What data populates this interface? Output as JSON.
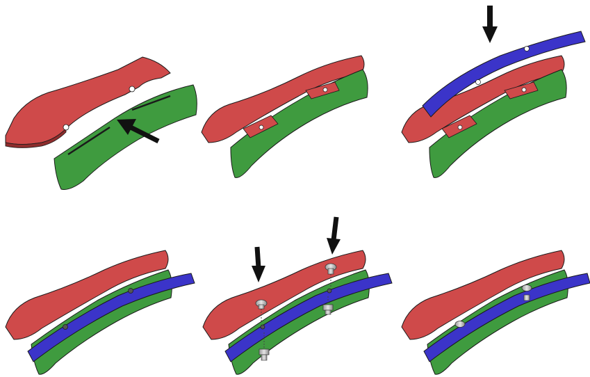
{
  "title": "",
  "colors": {
    "red_part": "#cf4a4a",
    "green_part": "#3f9b3f",
    "blue_strip": "#3b34c9",
    "arrow": "#111111",
    "hardware": "#c8c8c8",
    "outline": "#1a1a1a"
  },
  "steps": [
    {
      "id": "step-1",
      "parts": [
        "red-panel",
        "green-panel"
      ],
      "arrows": 1
    },
    {
      "id": "step-2",
      "parts": [
        "red-panel",
        "green-panel",
        "tabs"
      ],
      "arrows": 0
    },
    {
      "id": "step-3",
      "parts": [
        "red-panel",
        "green-panel",
        "blue-strip"
      ],
      "arrows": 1
    },
    {
      "id": "step-4",
      "parts": [
        "red-panel",
        "green-panel",
        "blue-strip"
      ],
      "arrows": 0
    },
    {
      "id": "step-5",
      "parts": [
        "red-panel",
        "green-panel",
        "blue-strip",
        "bolts",
        "nuts"
      ],
      "arrows": 2
    },
    {
      "id": "step-6",
      "parts": [
        "red-panel",
        "green-panel",
        "blue-strip",
        "fasteners"
      ],
      "arrows": 0
    }
  ]
}
